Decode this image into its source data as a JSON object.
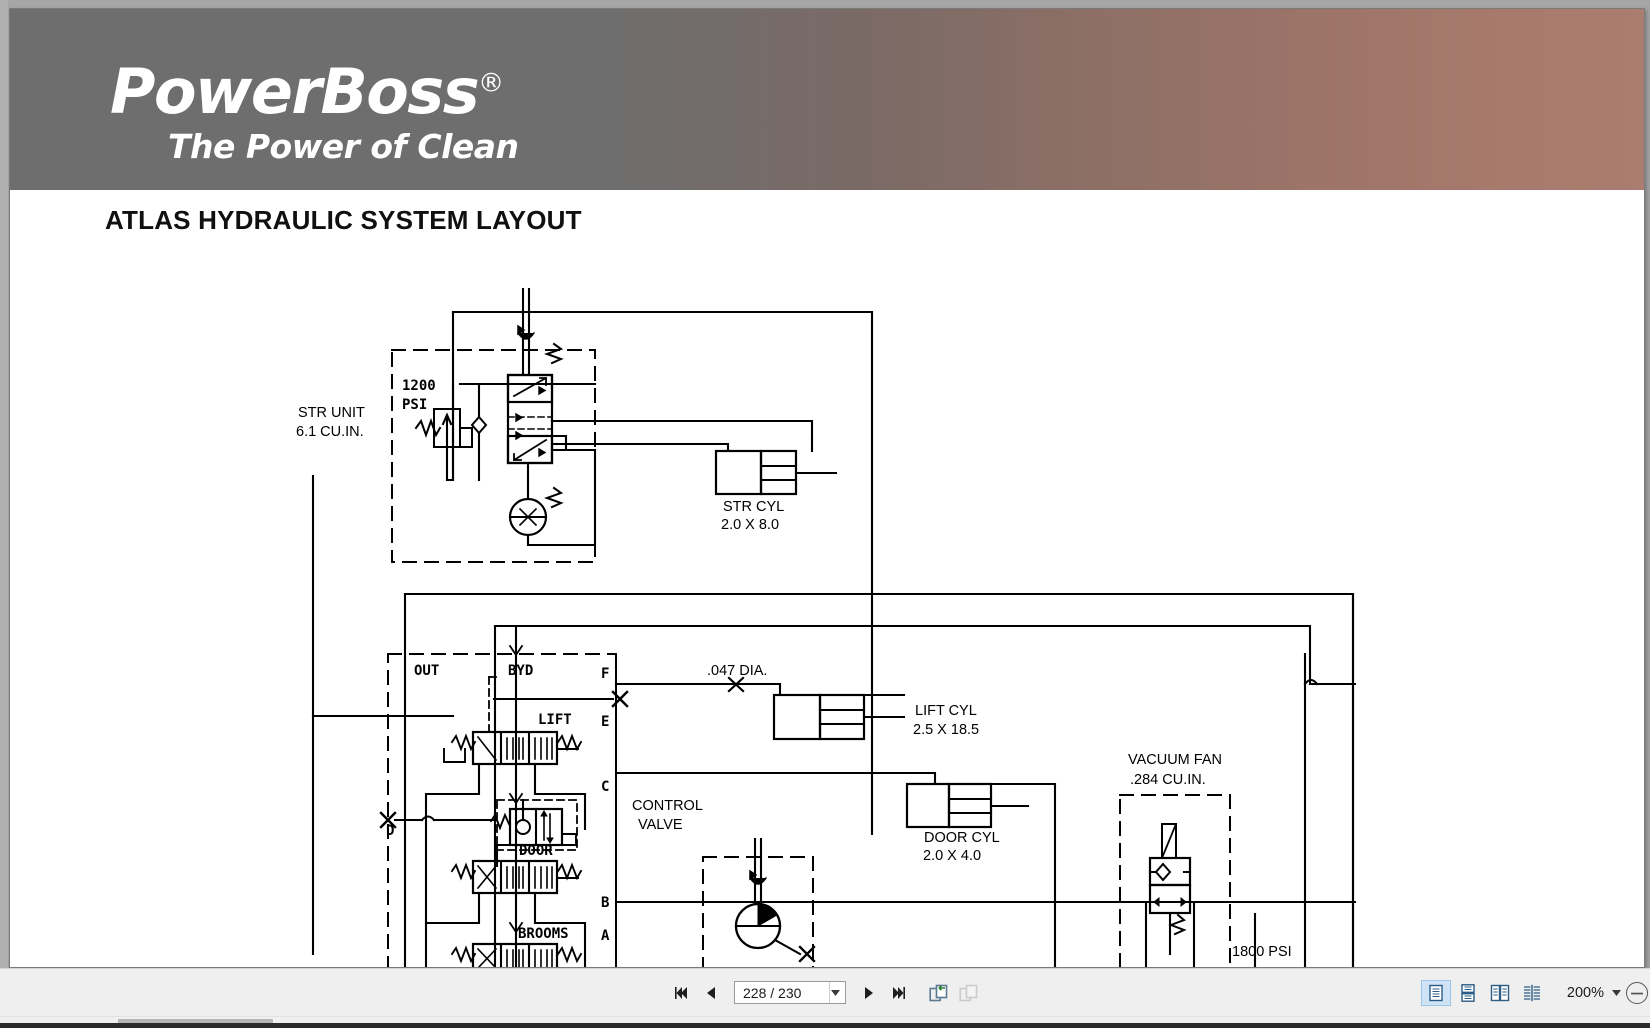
{
  "brand": {
    "logo_main": "PowerBoss",
    "logo_registered": "®",
    "logo_tagline": "The Power of Clean",
    "band_gradient_start": "#6e6e6e",
    "band_gradient_end": "#ab7d70"
  },
  "document": {
    "title": "ATLAS HYDRAULIC SYSTEM LAYOUT"
  },
  "schematic": {
    "labels": {
      "str_unit_name": "STR UNIT",
      "str_unit_disp": "6.1 CU.IN.",
      "relief_1200": "1200",
      "relief_psi": "PSI",
      "str_cyl_name": "STR CYL",
      "str_cyl_size": "2.0 X 8.0",
      "port_out": "OUT",
      "port_byd": "BYD",
      "port_f": "F",
      "port_e": "E",
      "port_d": "D",
      "port_c": "C",
      "port_b": "B",
      "port_a": "A",
      "orifice_dia": ".047 DIA.",
      "lift_spool": "LIFT",
      "door_spool": "DOOR",
      "brooms_spool": "BROOMS",
      "lift_cyl_name": "LIFT CYL",
      "lift_cyl_size": "2.5 X 18.5",
      "control_valve_l1": "CONTROL",
      "control_valve_l2": "VALVE",
      "door_cyl_name": "DOOR CYL",
      "door_cyl_size": "2.0 X 4.0",
      "vacuum_fan_name": "VACUUM FAN",
      "vacuum_fan_disp": ".284 CU.IN.",
      "relief_1800": "1800 PSI"
    }
  },
  "toolbar": {
    "first_page_label": "First page",
    "prev_page_label": "Previous page",
    "page_value": "228 / 230",
    "next_page_label": "Next page",
    "last_page_label": "Last page",
    "back_view_label": "Previous view",
    "forward_view_label": "Next view",
    "view_single_label": "Single page view",
    "view_continuous_label": "Continuous scrolling",
    "view_two_page_label": "Two page view",
    "view_two_page_scroll_label": "Two page scrolling",
    "zoom_value": "200%",
    "zoom_out_label": "Zoom out"
  }
}
